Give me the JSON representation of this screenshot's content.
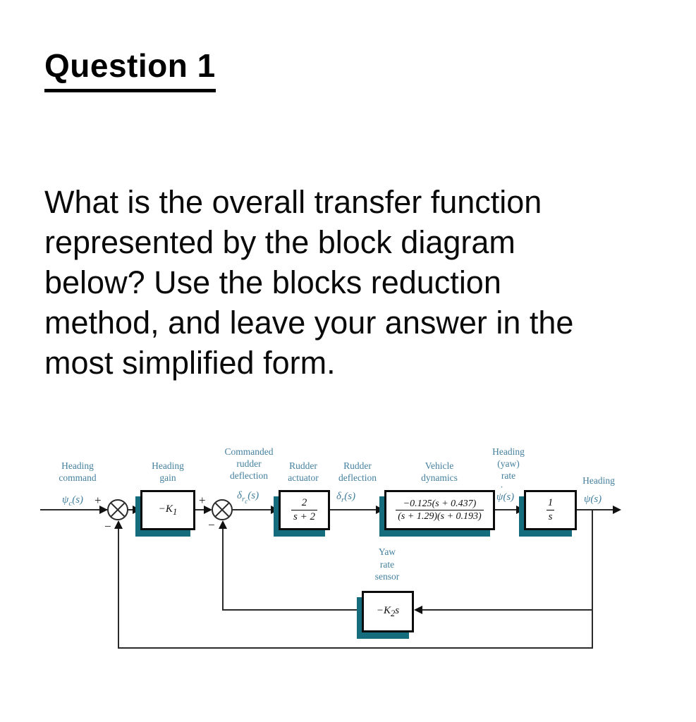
{
  "question": {
    "title": "Question 1",
    "lines": [
      "What is the overall transfer function",
      "represented by the block diagram",
      "below? Use the blocks reduction",
      "method, and leave your answer in the",
      "most simplified form."
    ]
  },
  "diagram": {
    "colors": {
      "label_teal": "#44809e",
      "shadow_teal": "#156c7d",
      "wire": "#2b2b2b"
    },
    "labels": {
      "heading_command": [
        "Heading",
        "command"
      ],
      "heading_gain": [
        "Heading",
        "gain"
      ],
      "commanded_rudder": [
        "Commanded",
        "rudder",
        "deflection"
      ],
      "rudder_actuator": [
        "Rudder",
        "actuator"
      ],
      "rudder_deflection": [
        "Rudder",
        "deflection"
      ],
      "vehicle_dynamics": [
        "Vehicle",
        "dynamics"
      ],
      "heading_yaw_rate": [
        "Heading",
        "(yaw)",
        "rate"
      ],
      "heading_output": [
        "Heading"
      ],
      "yaw_rate_sensor": [
        "Yaw",
        "rate",
        "sensor"
      ]
    },
    "signals": {
      "heading_command": {
        "main": "ψ",
        "sub": "c",
        "rest": "(s)"
      },
      "commanded_rudder": {
        "main": "δ",
        "sub": "r",
        "subsub": "c",
        "rest": "(s)"
      },
      "rudder_deflection": {
        "main": "δ",
        "sub": "r",
        "rest": "(s)"
      },
      "yaw_rate": {
        "main": "ψ",
        "dot": "˙",
        "rest": "(s)"
      },
      "heading_output": {
        "main": "ψ",
        "rest": "(s)"
      }
    },
    "signs": {
      "plus": "+",
      "minus": "−"
    },
    "blocks": {
      "heading_gain": {
        "pre": "−K",
        "sub": "1"
      },
      "rudder_actuator": {
        "num": "2",
        "den": "s + 2"
      },
      "vehicle_dynamics": {
        "num": "−0.125(s + 0.437)",
        "den": "(s + 1.29)(s + 0.193)"
      },
      "integrator": {
        "num": "1",
        "den": "s"
      },
      "yaw_rate_sensor": {
        "pre": "−K",
        "sub": "2",
        "post": "s"
      }
    }
  }
}
